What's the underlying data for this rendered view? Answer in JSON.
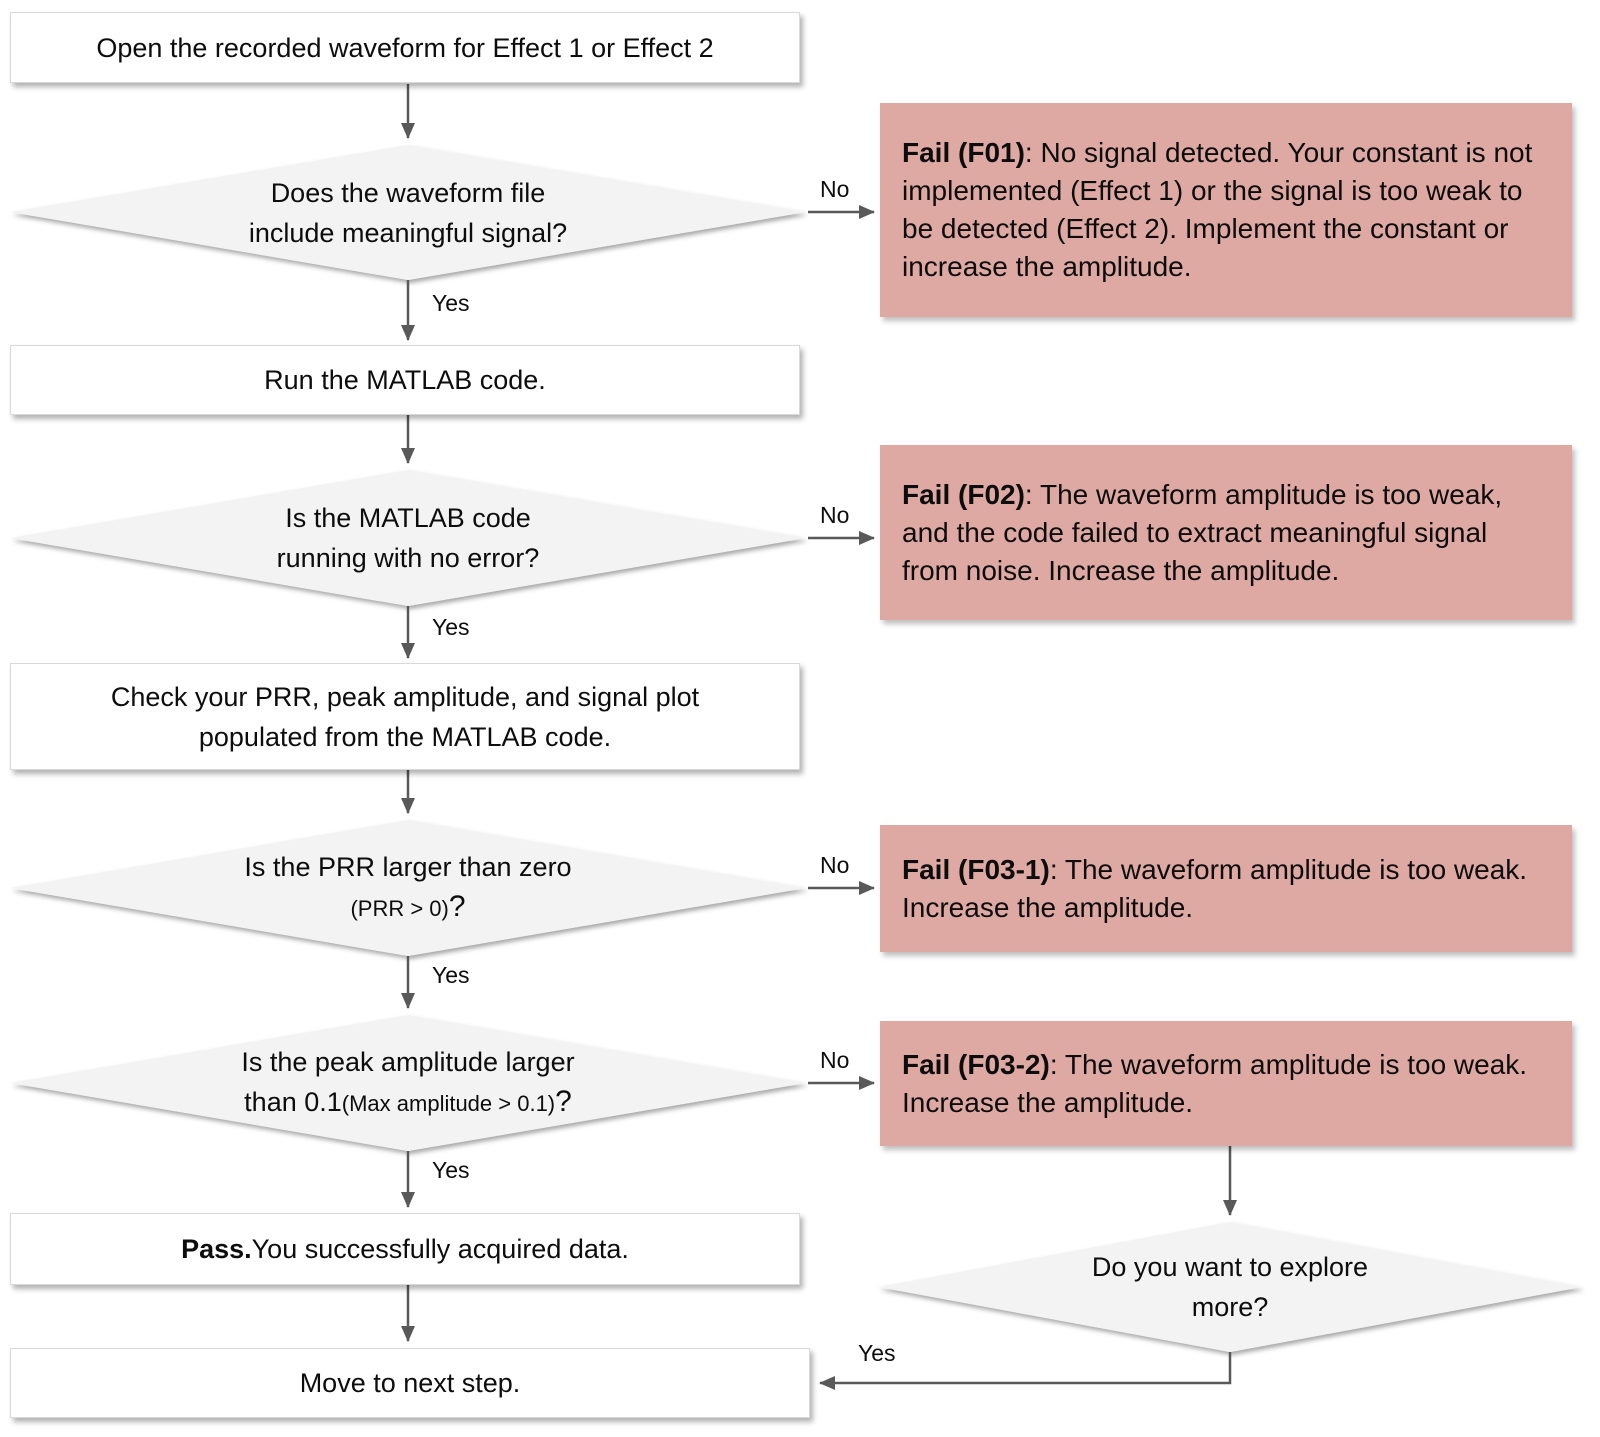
{
  "flowchart": {
    "start": {
      "text": "Open the recorded waveform for Effect 1 or Effect 2"
    },
    "d1": {
      "line1": "Does the waveform file",
      "line2": "include meaningful signal?"
    },
    "box_run": {
      "text": "Run the MATLAB code."
    },
    "d2": {
      "line1": "Is the MATLAB code",
      "line2": "running with no error?"
    },
    "box_check": {
      "line1": "Check your PRR, peak amplitude, and signal plot",
      "line2": "populated from the MATLAB code."
    },
    "d3": {
      "line1": "Is the PRR  larger than zero",
      "line2_small": "(PRR > 0)",
      "qmark": "?"
    },
    "d4": {
      "line1": "Is the peak amplitude larger",
      "line2_normal": "than 0.1",
      "line2_small": "(Max amplitude > 0.1)",
      "qmark": "?"
    },
    "box_pass": {
      "bold": "Pass.",
      "text": " You successfully acquired data."
    },
    "box_next": {
      "text": "Move to next step."
    },
    "d5": {
      "line1": "Do you want to explore",
      "line2": "more?"
    },
    "fails": {
      "f01": {
        "label": "Fail (F01)",
        "text": ": No signal detected. Your constant is not implemented (Effect 1) or the signal is too weak to be detected (Effect 2). Implement the constant or increase the amplitude."
      },
      "f02": {
        "label": "Fail (F02)",
        "text": ": The waveform amplitude is too weak, and the code failed to extract meaningful signal from noise. Increase the amplitude."
      },
      "f03_1": {
        "label": "Fail (F03-1)",
        "text": ": The waveform amplitude is too weak. Increase the amplitude."
      },
      "f03_2": {
        "label": "Fail (F03-2)",
        "text": ": The waveform amplitude is too weak. Increase the amplitude."
      }
    },
    "labels": {
      "yes": "Yes",
      "no": "No"
    },
    "colors": {
      "fail_bg": "#dfa9a3",
      "decision_bg": "#f3f3f3",
      "process_bg": "#ffffff",
      "arrow": "#595959"
    }
  }
}
